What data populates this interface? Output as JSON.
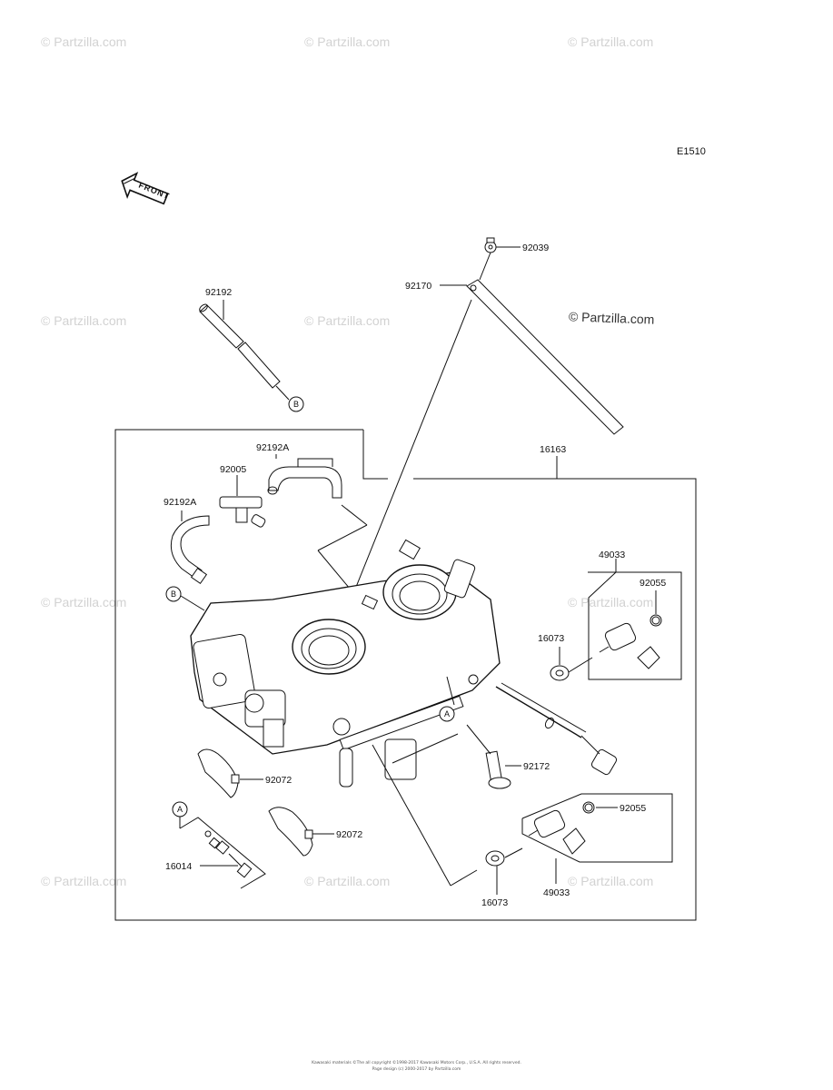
{
  "watermark": "© Partzilla.com",
  "watermark_main": "© Partzilla.com",
  "diagram_code": "E1510",
  "front_label": "FRONT",
  "parts": {
    "p92039": "92039",
    "p92170": "92170",
    "p92192": "92192",
    "p92192A_top": "92192A",
    "p92192A_left": "92192A",
    "p92005": "92005",
    "p16163": "16163",
    "p49033_top": "49033",
    "p92055_top": "92055",
    "p16073_top": "16073",
    "p92172": "92172",
    "p92072_a": "92072",
    "p92072_b": "92072",
    "p16014": "16014",
    "p92055_bottom": "92055",
    "p16073_bottom": "16073",
    "p49033_bottom": "49033"
  },
  "callouts": {
    "b_hose": "B",
    "b_body": "B",
    "a_body": "A",
    "a_screw": "A"
  },
  "footer": {
    "line1": "Kawasaki materials ©The all copyright ©1998-2017 Kawasaki Motors Corp., U.S.A. All rights reserved.",
    "line2": "Page design (c) 2000-2017 by Partzilla.com"
  }
}
